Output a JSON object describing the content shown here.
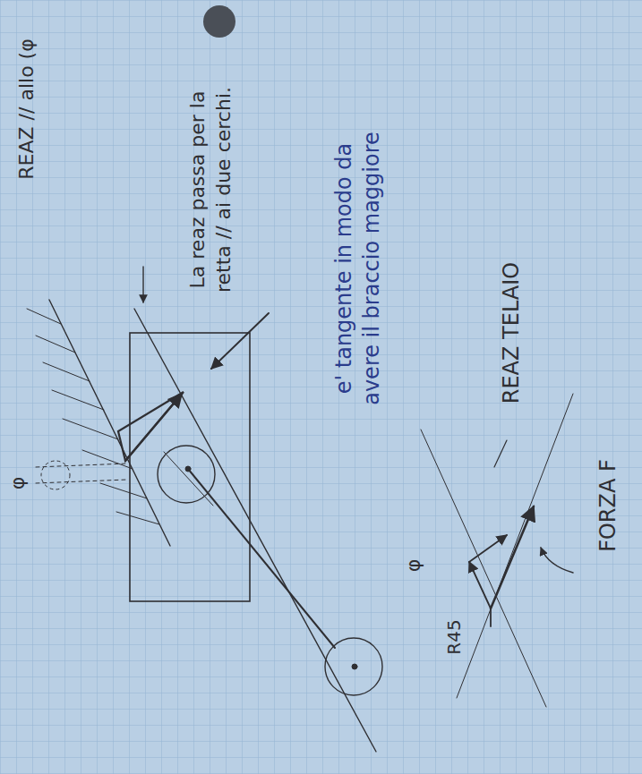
{
  "diagram": {
    "labels": [
      "REAZ // allo (φ",
      "La reaz passa per la retta // ai due cerchi.",
      "e' tangente in modo da avere il braccio maggiore",
      "φ",
      "REAZ TELAIO",
      "R45",
      "FORZA F",
      "φ"
    ]
  }
}
